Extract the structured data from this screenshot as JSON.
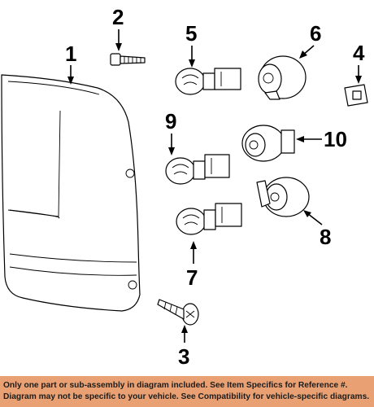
{
  "callouts": {
    "c1": "1",
    "c2": "2",
    "c3": "3",
    "c4": "4",
    "c5": "5",
    "c6": "6",
    "c7": "7",
    "c8": "8",
    "c9": "9",
    "c10": "10"
  },
  "footer": {
    "line1": "Only one part or sub-assembly in diagram included. See Item Specifics for Reference #.",
    "line2": "Diagram may not be specific to your vehicle. See Compatibility for vehicle-specific diagrams."
  },
  "colors": {
    "footer_bg": "#e9a173",
    "ink": "#000000"
  }
}
